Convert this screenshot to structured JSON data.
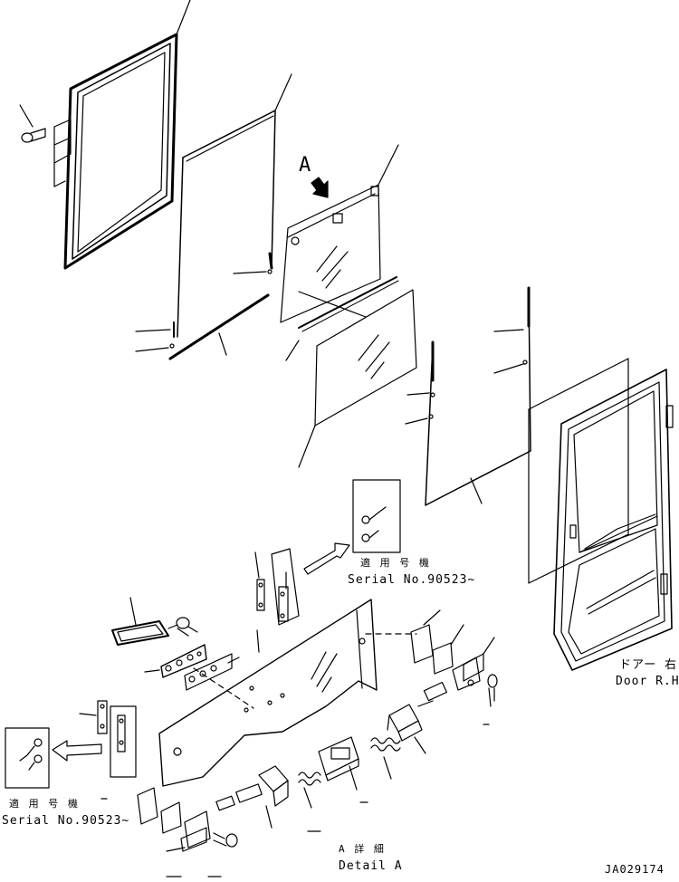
{
  "labels": {
    "view_marker": "A",
    "serial_upper_jp": "適 用 号 機",
    "serial_upper_en": "Serial No.90523~",
    "serial_lower_jp": "適 用 号 機",
    "serial_lower_en": "Serial No.90523~",
    "door_jp": "ドアー 右",
    "door_en": "Door R.H.",
    "detail_jp": "A 詳 細",
    "detail_en": "Detail A",
    "drawing_no": "JA029174"
  },
  "colors": {
    "ink": "#000000",
    "paper": "#ffffff"
  }
}
